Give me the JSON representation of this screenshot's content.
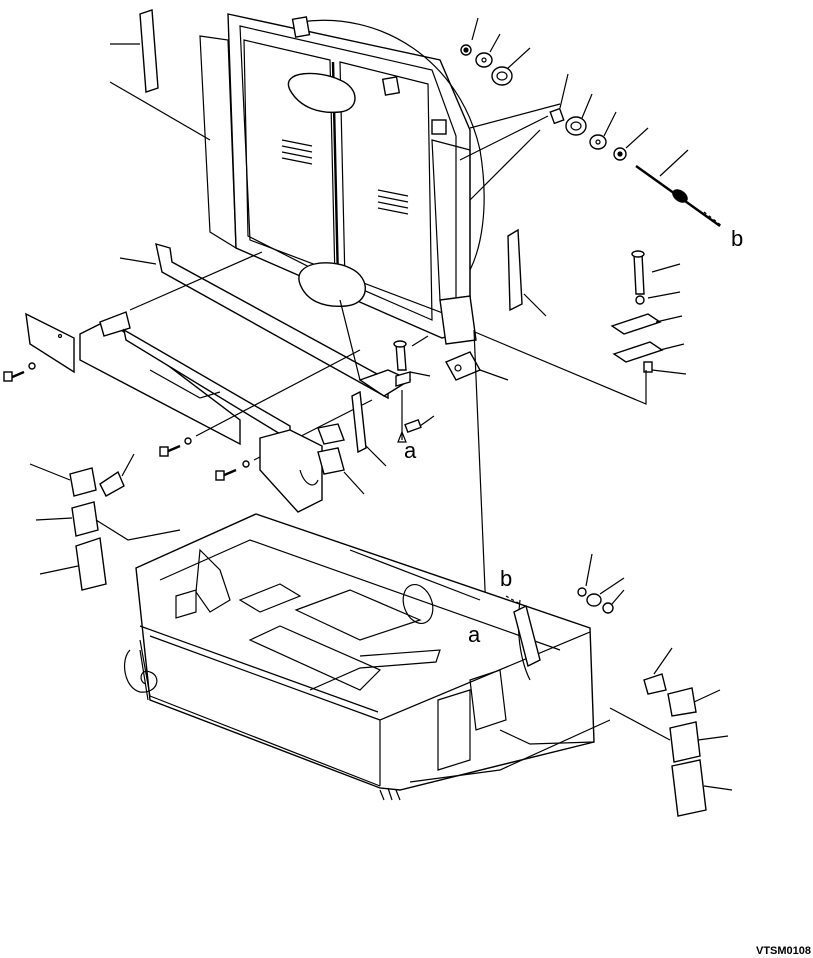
{
  "drawing_code": "VTSM0108",
  "labels": {
    "a_top": "a",
    "b_top": "b",
    "a_bottom": "a",
    "b_bottom": "b"
  }
}
